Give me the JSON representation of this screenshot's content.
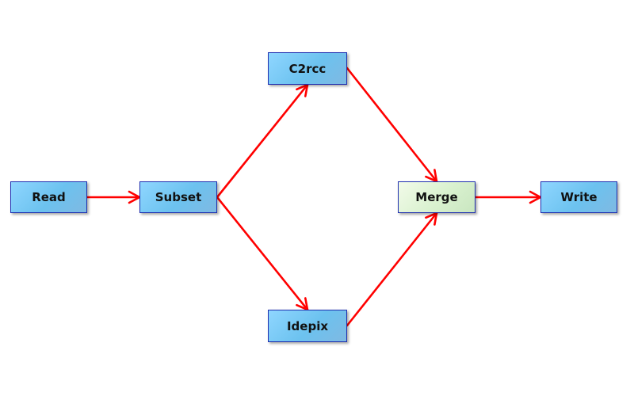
{
  "graph": {
    "nodes": [
      {
        "id": "read",
        "label": "Read"
      },
      {
        "id": "subset",
        "label": "Subset"
      },
      {
        "id": "c2rcc",
        "label": "C2rcc"
      },
      {
        "id": "idepix",
        "label": "Idepix"
      },
      {
        "id": "merge",
        "label": "Merge"
      },
      {
        "id": "write",
        "label": "Write"
      }
    ],
    "edges": [
      {
        "from": "read",
        "to": "subset"
      },
      {
        "from": "subset",
        "to": "c2rcc"
      },
      {
        "from": "subset",
        "to": "idepix"
      },
      {
        "from": "c2rcc",
        "to": "merge"
      },
      {
        "from": "idepix",
        "to": "merge"
      },
      {
        "from": "merge",
        "to": "write"
      }
    ]
  },
  "colors": {
    "edge": "#ff0000",
    "node_fill": "#7ccbf3",
    "merge_fill": "#d9f1cf",
    "node_border": "#1f2fb0"
  }
}
